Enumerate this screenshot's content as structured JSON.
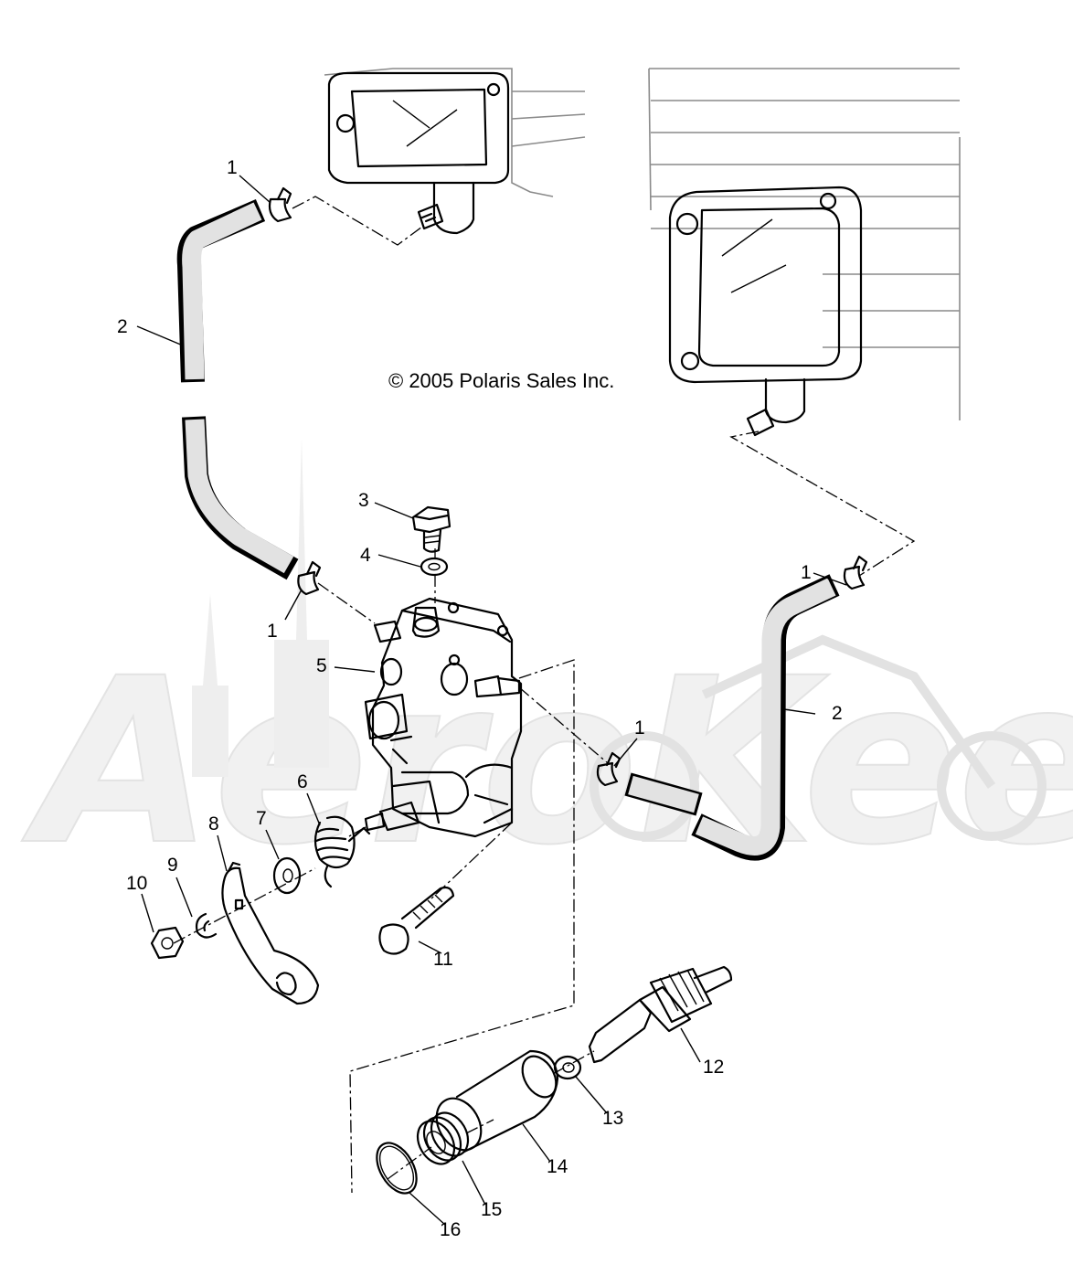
{
  "diagram": {
    "copyright": "© 2005 Polaris Sales Inc.",
    "watermark": "AeroKeem"
  },
  "callouts": {
    "c1a": "1",
    "c1b": "1",
    "c1c": "1",
    "c1d": "1",
    "c2a": "2",
    "c2b": "2",
    "c3": "3",
    "c4": "4",
    "c5": "5",
    "c6": "6",
    "c7": "7",
    "c8": "8",
    "c9": "9",
    "c10": "10",
    "c11": "11",
    "c12": "12",
    "c13": "13",
    "c14": "14",
    "c15": "15",
    "c16": "16"
  }
}
